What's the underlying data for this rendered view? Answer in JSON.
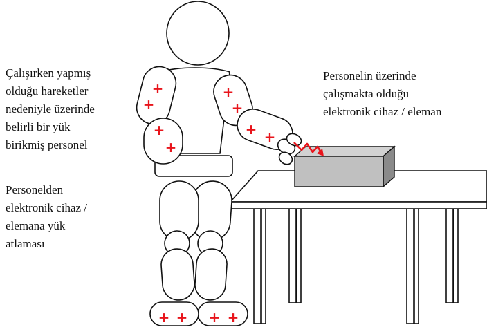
{
  "labels": {
    "person": [
      "Çalışırken yapmış",
      "olduğu hareketler",
      "nedeniyle üzerinde",
      "belirli bir yük",
      "birikmiş personel"
    ],
    "discharge": [
      "Personelden",
      "elektronik cihaz /",
      "elemana yük",
      "atlaması"
    ],
    "device": [
      "Personelin üzerinde",
      "çalışmakta olduğu",
      "elektronik cihaz / eleman"
    ]
  },
  "symbols": {
    "charge": "+"
  },
  "colors": {
    "charge": "#e8141b",
    "outline": "#111111",
    "device_fill": "#c0c0c0",
    "device_shadow": "#8a8a8a",
    "body_fill": "#ffffff"
  }
}
